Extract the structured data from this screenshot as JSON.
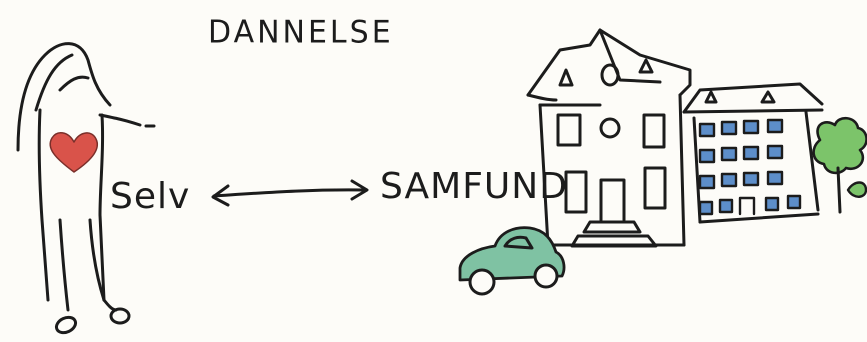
{
  "diagram": {
    "title": "DANNELSE",
    "left_label": "Selv",
    "right_label": "SAMFUND",
    "relation": "bidirectional-arrow",
    "figures": {
      "person": "person-figure",
      "heart": "heart-icon",
      "buildings": "buildings-illustration",
      "car": "car-icon",
      "tree": "tree-icon"
    }
  },
  "colors": {
    "ink": "#1c1c1c",
    "heart": "#d9534a",
    "car": "#7fc2a3",
    "tree": "#7cc46a",
    "windows": "#5d8ec9",
    "paper": "#fdfcf8"
  }
}
